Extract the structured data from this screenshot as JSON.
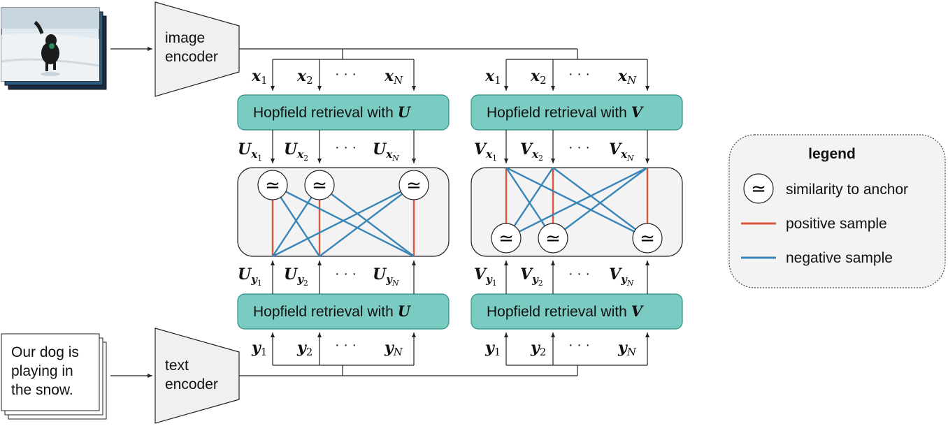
{
  "image_encoder": {
    "label_line1": "image",
    "label_line2": "encoder"
  },
  "text_encoder": {
    "label_line1": "text",
    "label_line2": "encoder"
  },
  "text_card": {
    "line1": "Our dog is",
    "line2": "playing in",
    "line3": "the snow."
  },
  "dots": "· · ·",
  "similarity_symbol": "≃",
  "left": {
    "matrix": "U",
    "retrieval_prefix": "Hopfield retrieval with"
  },
  "right": {
    "matrix": "V",
    "retrieval_prefix": "Hopfield retrieval with"
  },
  "vars": {
    "x": "x",
    "y": "y",
    "sub1": "1",
    "sub2": "2",
    "subN": "N"
  },
  "legend": {
    "title": "legend",
    "similarity": "similarity to anchor",
    "positive": "positive sample",
    "negative": "negative sample"
  },
  "colors": {
    "hopfield_fill": "#7accc2",
    "hopfield_stroke": "#2f8f83",
    "positive": "#d9573f",
    "negative": "#3a85b8",
    "panel_fill": "#f3f3f3"
  }
}
